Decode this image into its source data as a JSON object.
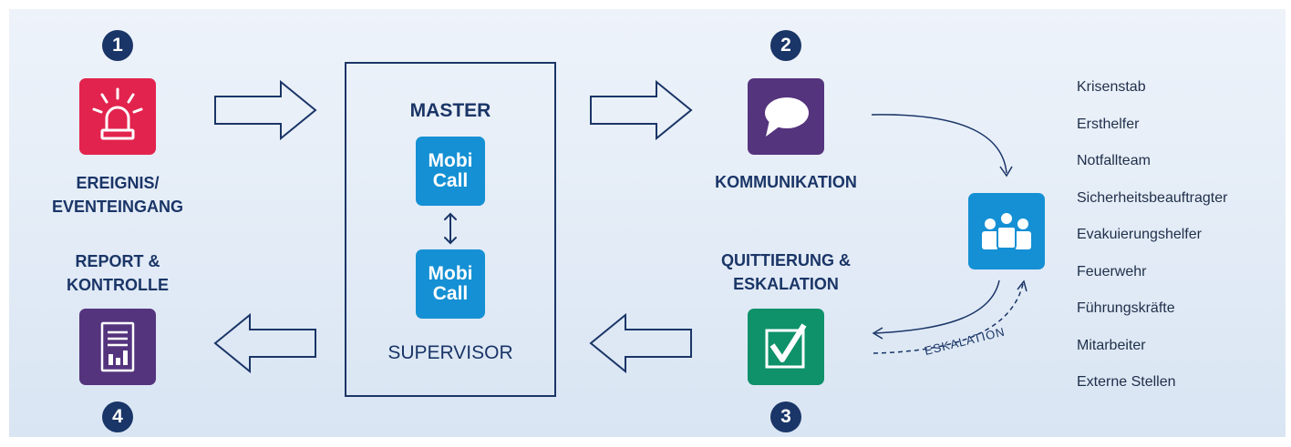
{
  "steps": {
    "1": {
      "number": "1",
      "label_line1": "EREIGNIS/",
      "label_line2": "EVENTEINGANG"
    },
    "2": {
      "number": "2",
      "label_line1": "KOMMUNIKATION"
    },
    "3": {
      "number": "3",
      "label_line1": "QUITTIERUNG &",
      "label_line2": "ESKALATION"
    },
    "4": {
      "number": "4",
      "label_line1": "REPORT &",
      "label_line2": "KONTROLLE"
    }
  },
  "center": {
    "master_label": "MASTER",
    "supervisor_label": "SUPERVISOR",
    "logo_line1": "Mobi",
    "logo_line2": "Call"
  },
  "escalation_label": "ESKALATION",
  "groups": [
    "Krisenstab",
    "Ersthelfer",
    "Notfallteam",
    "Sicherheitsbeauftragter",
    "Evakuierungshelfer",
    "Feuerwehr",
    "Führungskräfte",
    "Mitarbeiter",
    "Externe Stellen"
  ],
  "colors": {
    "navy": "#1a3567",
    "alarm_red": "#e2234d",
    "purple": "#55347e",
    "green": "#0f9169",
    "blue": "#1590d4"
  },
  "icons": {
    "step1": "siren-icon",
    "step2": "chat-bubble-icon",
    "step3": "checkbox-icon",
    "step4": "report-icon",
    "recipients": "team-icon"
  }
}
